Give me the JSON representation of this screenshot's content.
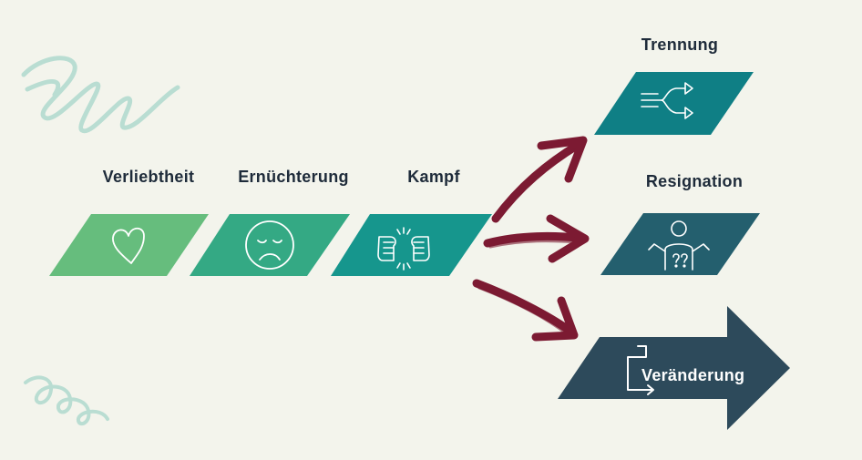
{
  "colors": {
    "background": "#f3f4ec",
    "verliebtheit": "#66bd7d",
    "ernuechterung": "#34a984",
    "kampf": "#16968d",
    "trennung": "#0f7f85",
    "resignation": "#245f6e",
    "veraenderung": "#2d4a5b",
    "arrow": "#7c1a32",
    "scribble": "#b9ddd2",
    "text": "#1e2b3a"
  },
  "stages": [
    {
      "label": "Verliebtheit",
      "icon": "heart-icon"
    },
    {
      "label": "Ernüchterung",
      "icon": "sad-face-icon"
    },
    {
      "label": "Kampf",
      "icon": "fist-bump-icon"
    }
  ],
  "outcomes": [
    {
      "label": "Trennung",
      "icon": "split-arrows-icon"
    },
    {
      "label": "Resignation",
      "icon": "shrugging-person-icon"
    },
    {
      "label": "Veränderung",
      "icon": "turn-arrow-icon"
    }
  ]
}
